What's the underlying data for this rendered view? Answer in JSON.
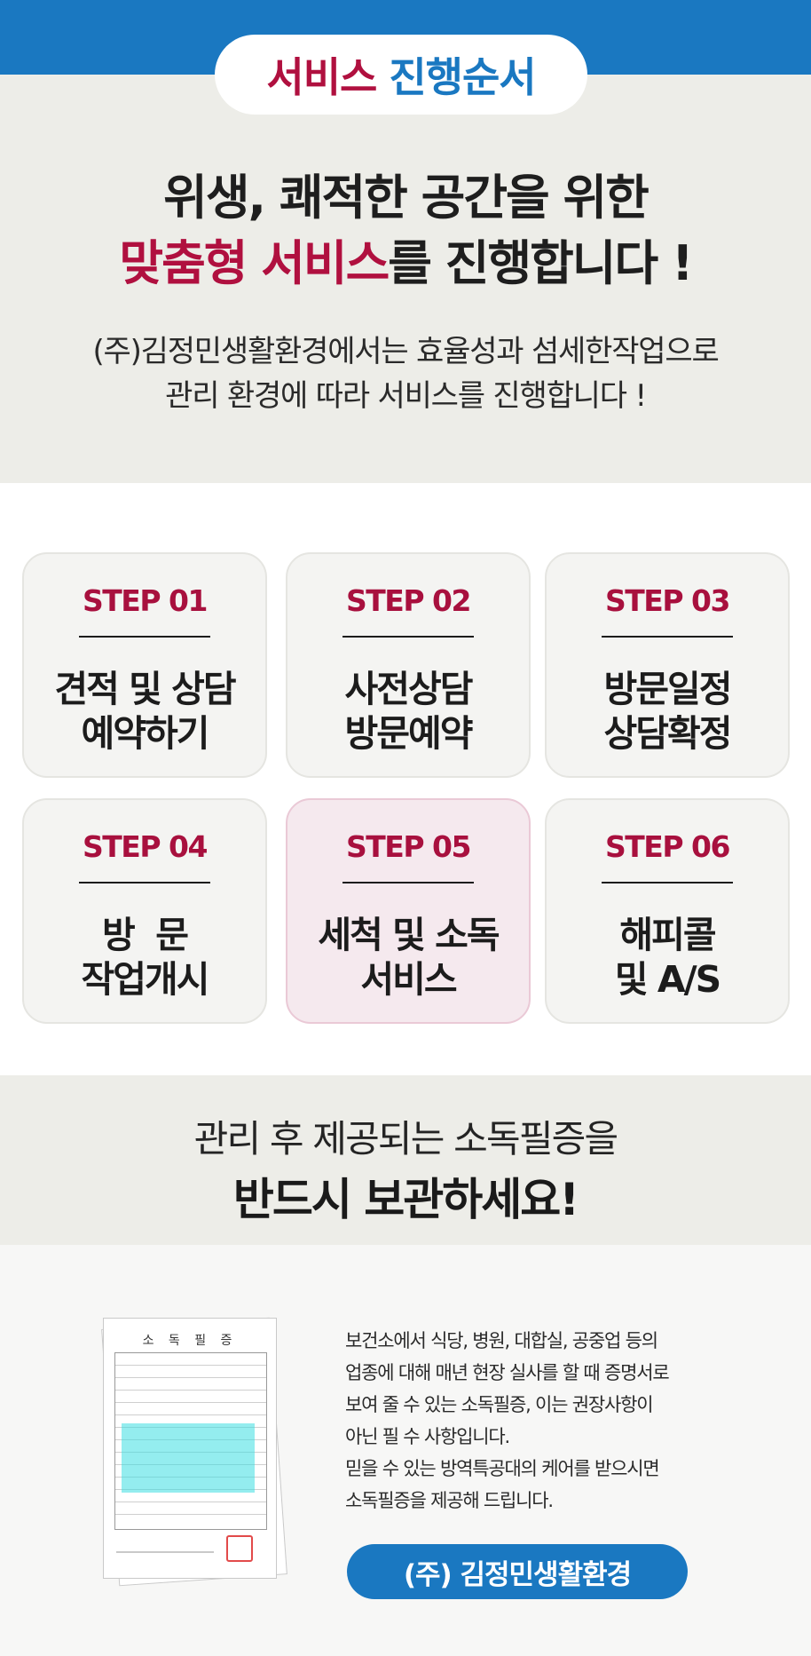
{
  "header": {
    "title_part1": "서비스",
    "title_part2": "진행순서",
    "headline_line1": "위생, 쾌적한 공간을 위한",
    "headline_accent": "맞춤형 서비스",
    "headline_rest": "를 진행합니다 !",
    "intro_line1": "(주)김정민생활환경에서는 효율성과 섬세한작업으로",
    "intro_line2": "관리 환경에 따라 서비스를 진행합니다 !"
  },
  "steps": [
    {
      "label": "STEP 01",
      "line1": "견적 및 상담",
      "line2": "예약하기"
    },
    {
      "label": "STEP 02",
      "line1": "사전상담",
      "line2": "방문예약"
    },
    {
      "label": "STEP 03",
      "line1": "방문일정",
      "line2": "상담확정"
    },
    {
      "label": "STEP 04",
      "line1": "방  문",
      "line2": "작업개시"
    },
    {
      "label": "STEP 05",
      "line1": "세척 및 소독",
      "line2": "서비스"
    },
    {
      "label": "STEP 06",
      "line1": "해피콜",
      "line2": "및 A/S"
    }
  ],
  "notice": {
    "line1": "관리 후 제공되는 소독필증을",
    "line2": "반드시 보관하세요!"
  },
  "certificate": {
    "doc_title": "소 독 필 증",
    "text_lines": [
      "보건소에서 식당, 병원, 대합실, 공중업 등의",
      "업종에 대해 매년 현장 실사를 할 때 증명서로",
      "보여 줄 수 있는 소독필증,  이는 권장사항이",
      "아닌 필 수 사항입니다.",
      "믿을 수 있는 방역특공대의 케어를 받으시면",
      "소독필증을 제공해 드립니다."
    ],
    "button_label": "(주) 김정민생활환경"
  },
  "colors": {
    "brand_blue": "#1a78c1",
    "accent_red": "#b0103f",
    "band_gray": "#edede8"
  }
}
